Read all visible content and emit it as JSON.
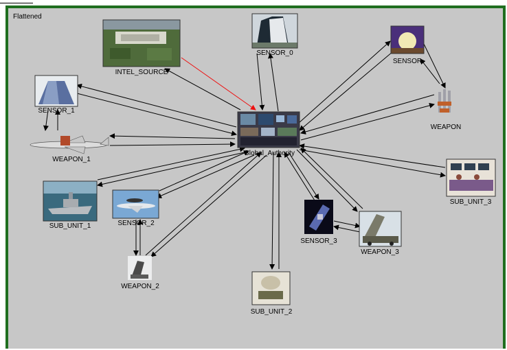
{
  "panel": {
    "title": "Flattened"
  },
  "nodes": {
    "intel_source": {
      "label": "INTEL_SOURCE"
    },
    "sensor_0": {
      "label": "SENSOR_0"
    },
    "sensor": {
      "label": "SENSOR"
    },
    "sensor_1": {
      "label": "SENSOR_1"
    },
    "weapon": {
      "label": "WEAPON"
    },
    "global_authority": {
      "label": "Global_Authority"
    },
    "weapon_1": {
      "label": "WEAPON_1"
    },
    "sub_unit_3": {
      "label": "SUB_UNIT_3"
    },
    "sub_unit_1": {
      "label": "SUB_UNIT_1"
    },
    "sensor_2": {
      "label": "SENSOR_2"
    },
    "sensor_3": {
      "label": "SENSOR_3"
    },
    "weapon_3": {
      "label": "WEAPON_3"
    },
    "weapon_2": {
      "label": "WEAPON_2"
    },
    "sub_unit_2": {
      "label": "SUB_UNIT_2"
    }
  },
  "colors": {
    "frame": "#1f6e1f",
    "panel": "#c7c7c7",
    "highlight_edge": "#ee1111"
  }
}
